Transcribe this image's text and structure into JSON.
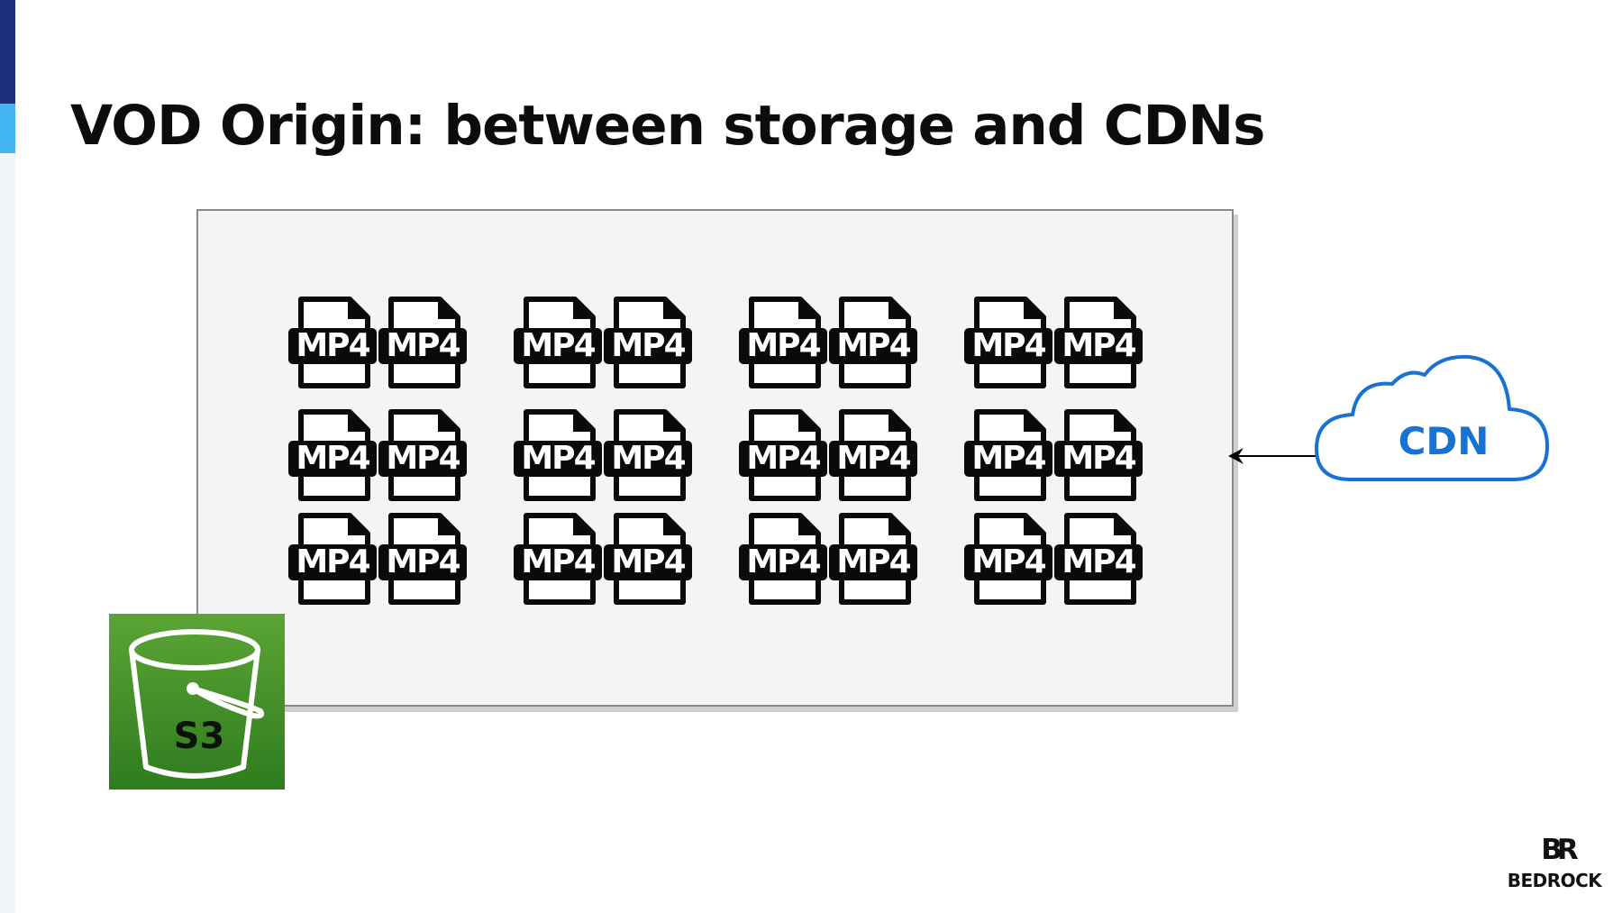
{
  "slide": {
    "title": "VOD Origin: between storage and CDNs"
  },
  "storage": {
    "file_label": "MP4",
    "file_groups": 4,
    "files_per_group_row": 2,
    "rows": 3,
    "bucket_label": "S3"
  },
  "cdn": {
    "label": "CDN",
    "color": "#1773d3"
  },
  "brand": {
    "mark": "BR",
    "name": "BEDROCK"
  },
  "colors": {
    "accent_dark": "#1b2f7a",
    "accent_light": "#44b6f2",
    "s3_green": "#3f8f2a"
  }
}
